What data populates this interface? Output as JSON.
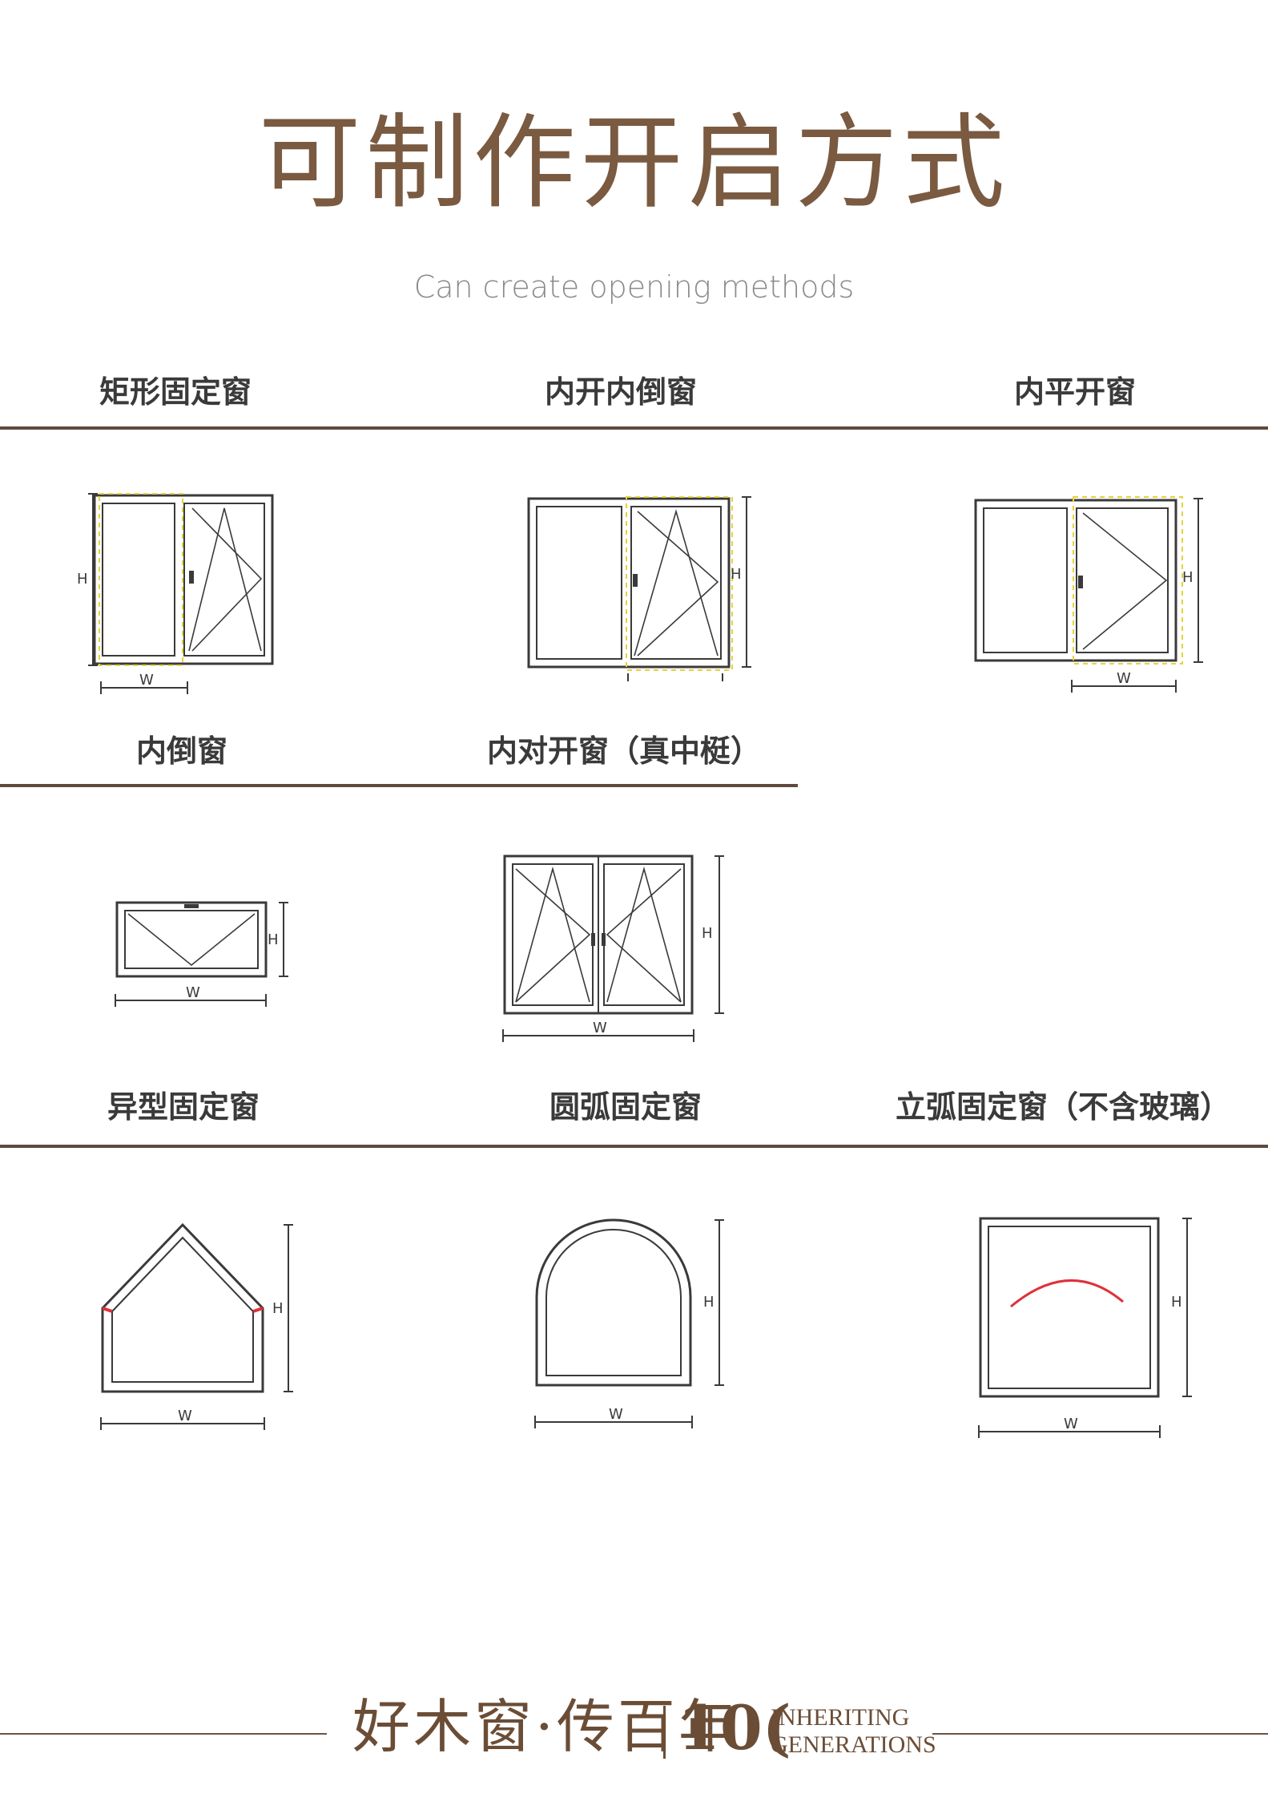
{
  "title": "可制作开启方式",
  "subtitle": "Can create opening methods",
  "sections": [
    {
      "items": [
        "矩形固定窗",
        "内开内倒窗",
        "内平开窗"
      ]
    },
    {
      "items": [
        "内倒窗",
        "内对开窗（真中梃）"
      ]
    },
    {
      "items": [
        "异型固定窗",
        "圆弧固定窗",
        "立弧固定窗（不含玻璃）"
      ]
    }
  ],
  "dim_labels": {
    "w": "W",
    "h": "H"
  },
  "footer": {
    "cn": "好木窗·传百年",
    "num": "10(",
    "en_line1": "INHERITING",
    "en_line2": "GENERATIONS"
  },
  "colors": {
    "title": "#7a5a40",
    "rule": "#5e4a3d",
    "highlight": "#e6d23a",
    "arc": "#e0303a"
  }
}
